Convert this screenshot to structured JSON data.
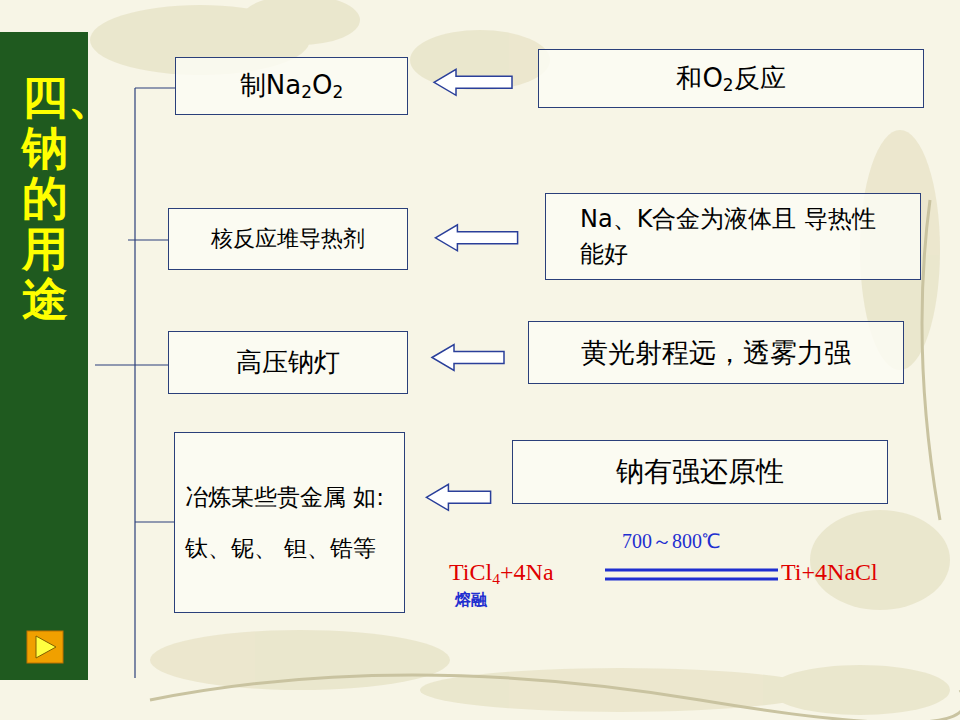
{
  "diagram": {
    "title": "四、钠的用途",
    "nodes": [
      {
        "text": [
          "制Na2O2"
        ]
      },
      {
        "text": [
          "和O2反应"
        ]
      },
      {
        "text": [
          "核反应堆导热剂"
        ]
      },
      {
        "text": [
          "Na、K合金为液体且 导热性能好"
        ]
      },
      {
        "text": [
          "高压钠灯"
        ]
      },
      {
        "text": [
          "黄光射程远，透雾力强"
        ]
      },
      {
        "text": [
          "冶炼某些贵金属 如: 钛、铌、 钽、锆等"
        ]
      },
      {
        "text": [
          "钠有强还原性"
        ]
      }
    ],
    "edges": [
      {
        "from": 1,
        "to": 0,
        "arrow": "to"
      },
      {
        "from": 3,
        "to": 2,
        "arrow": "to"
      },
      {
        "from": 5,
        "to": 4,
        "arrow": "to"
      },
      {
        "from": 7,
        "to": 6,
        "arrow": "to"
      }
    ],
    "labels": [
      "700～800℃",
      "TiCl4+4Na",
      "熔融",
      "Ti+4NaCl"
    ]
  }
}
